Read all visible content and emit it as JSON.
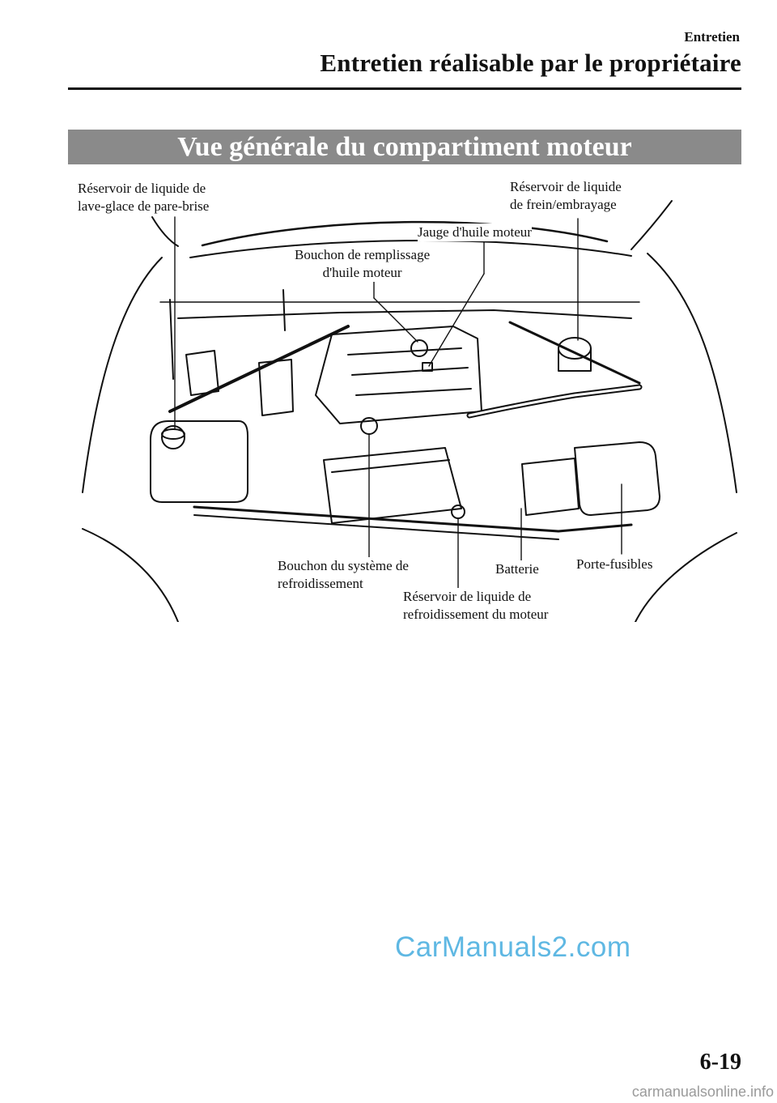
{
  "header": {
    "section": "Entretien",
    "title": "Entretien réalisable par le propriétaire"
  },
  "banner": "Vue générale du compartiment moteur",
  "labels": {
    "washer": [
      "Réservoir de liquide de",
      "lave-glace de pare-brise"
    ],
    "brake": [
      "Réservoir de liquide",
      "de frein/embrayage"
    ],
    "dipstick": "Jauge d'huile moteur",
    "oil_cap": [
      "Bouchon de remplissage",
      "d'huile moteur"
    ],
    "cooling_cap": [
      "Bouchon du système de",
      "refroidissement"
    ],
    "coolant_res": [
      "Réservoir de liquide de",
      "refroidissement du moteur"
    ],
    "battery": "Batterie",
    "fuse": "Porte-fusibles"
  },
  "watermark": "CarManuals2.com",
  "page_number": "6-19",
  "footer_watermark": "carmanualsonline.info"
}
